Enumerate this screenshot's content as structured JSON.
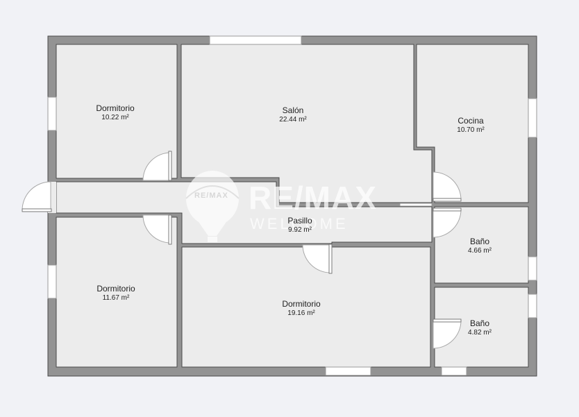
{
  "colors": {
    "background": "#f1f2f6",
    "floor": "#ececec",
    "wall": "#939393",
    "wall_edge": "#4a4a4a",
    "window": "#ffffff",
    "door_swing": "#ffffff",
    "text": "#1e1e1e"
  },
  "rooms": [
    {
      "name": "Dormitorio",
      "area": "10.22 m²"
    },
    {
      "name": "Salón",
      "area": "22.44 m²"
    },
    {
      "name": "Cocina",
      "area": "10.70 m²"
    },
    {
      "name": "Pasillo",
      "area": "9.92 m²"
    },
    {
      "name": "Baño",
      "area": "4.66 m²"
    },
    {
      "name": "Dormitorio",
      "area": "11.67 m²"
    },
    {
      "name": "Dormitorio",
      "area": "19.16 m²"
    },
    {
      "name": "Baño",
      "area": "4.82 m²"
    }
  ],
  "watermark": {
    "brand": "RE/MAX",
    "subtitle": "WELCOME",
    "balloon_text": "RE/MAX"
  }
}
